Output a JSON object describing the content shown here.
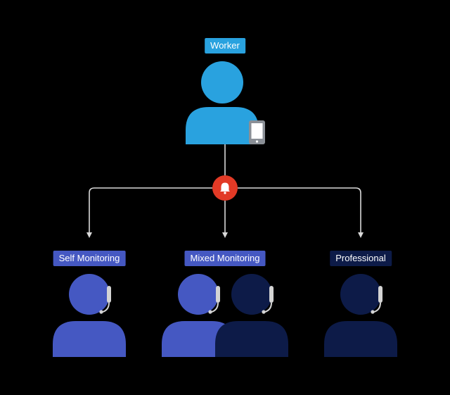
{
  "labels": {
    "worker": "Worker",
    "self_monitoring": "Self Monitoring",
    "mixed_monitoring": "Mixed Monitoring",
    "professional": "Professional"
  },
  "icons": {
    "worker": "person-icon",
    "device": "smartphone-icon",
    "alert": "bell-icon",
    "operator": "headset-person-icon"
  },
  "colors": {
    "background": "#000000",
    "worker": "#29a2df",
    "self_operator": "#4558c2",
    "professional_operator": "#0d1b48",
    "alert": "#e23a26",
    "connector": "#d9d9d9",
    "phone": "#8a8f96"
  }
}
